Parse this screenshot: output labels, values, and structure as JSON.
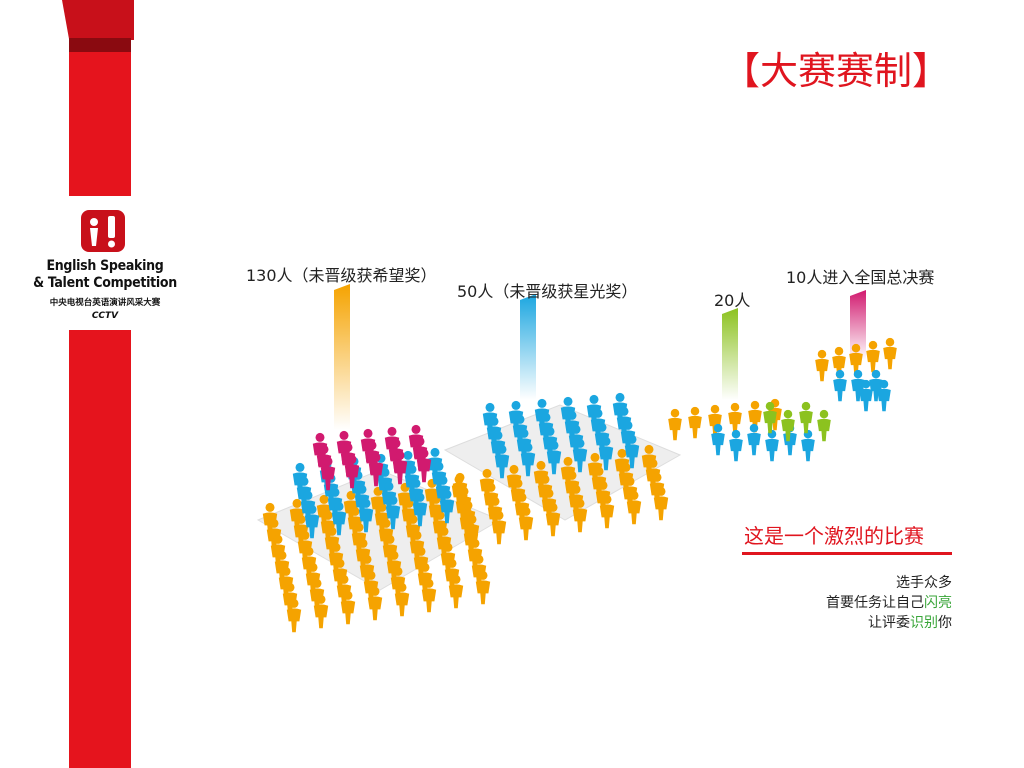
{
  "slide": {
    "title": "【大赛赛制】"
  },
  "logo": {
    "line1": "English Speaking",
    "line2": "& Talent Competition",
    "cn": "中央电视台英语演讲风采大赛",
    "cctv": "CCTV"
  },
  "tiers": [
    {
      "label": "130人（未晋级获希望奖）",
      "color": "#f5a300"
    },
    {
      "label": "50人（未晋级获星光奖）",
      "color": "#1ba6e0"
    },
    {
      "label": "20人",
      "color": "#8cc21f"
    },
    {
      "label": "10人进入全国总决赛",
      "color": "#d11a6f"
    }
  ],
  "summary": {
    "heading": "这是一个激烈的比赛",
    "line1": "选手众多",
    "line2_a": "首要任务让自己",
    "line2_b": "闪亮",
    "line3_a": "让评委",
    "line3_b": "识别",
    "line3_c": "你"
  },
  "colors": {
    "red": "#e5141d",
    "orange": "#f5a300",
    "blue": "#1ba6e0",
    "green": "#8cc21f",
    "magenta": "#d11a6f"
  }
}
